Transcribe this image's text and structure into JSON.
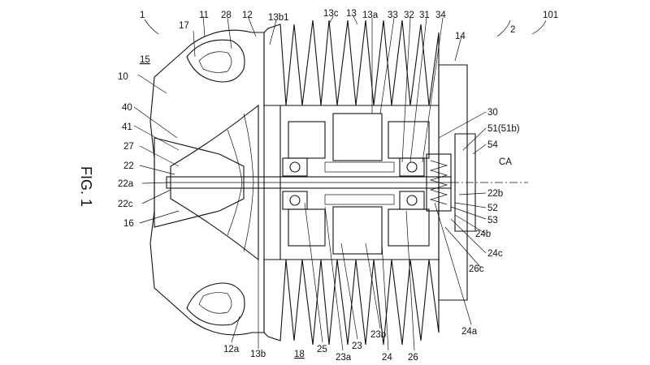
{
  "figure": {
    "title": "FIG. 1"
  },
  "labels": {
    "l1": "1",
    "l11": "11",
    "l28": "28",
    "l12": "12",
    "l13b1": "13b1",
    "l13c": "13c",
    "l13": "13",
    "l13a": "13a",
    "l33": "33",
    "l32": "32",
    "l31": "31",
    "l34": "34",
    "l101": "101",
    "l2": "2",
    "l14": "14",
    "l17": "17",
    "l15": "15",
    "l10": "10",
    "l40": "40",
    "l41": "41",
    "l27": "27",
    "l22": "22",
    "l22a": "22a",
    "l22c": "22c",
    "l16": "16",
    "l30": "30",
    "l51": "51(51b)",
    "l54": "54",
    "lCA": "CA",
    "l22b": "22b",
    "l52": "52",
    "l53": "53",
    "l24b": "24b",
    "l24c": "24c",
    "l26c": "26c",
    "l24a": "24a",
    "l12a": "12a",
    "l13b": "13b",
    "l18": "18",
    "l25": "25",
    "l23a": "23a",
    "l23": "23",
    "l23b": "23b",
    "l24": "24",
    "l26": "26"
  }
}
